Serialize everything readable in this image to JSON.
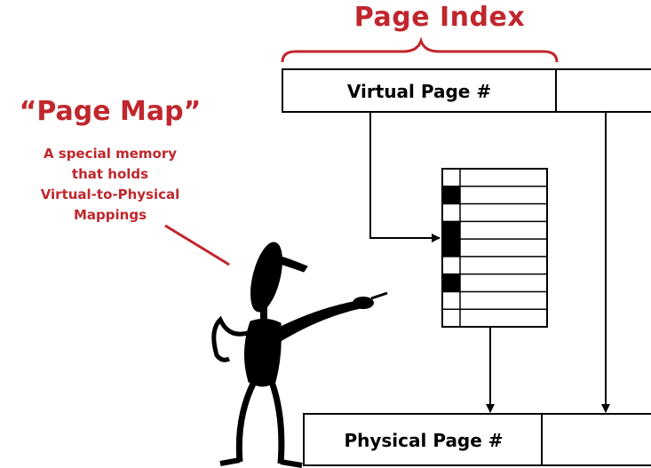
{
  "diagram": {
    "page_index_label": "Page Index",
    "virtual_address": {
      "label": "Virtual Page #"
    },
    "physical_address": {
      "label": "Physical Page #"
    },
    "callout": {
      "title": "“Page Map”",
      "description_lines": [
        "A special memory",
        "that holds",
        "Virtual-to-Physical",
        "Mappings"
      ]
    },
    "page_map_table": {
      "rows": 9,
      "marked_rows": [
        1,
        3,
        4,
        6
      ]
    },
    "colors": {
      "accent": "#c0272d",
      "ink": "#000000",
      "background": "#ffffff"
    }
  }
}
